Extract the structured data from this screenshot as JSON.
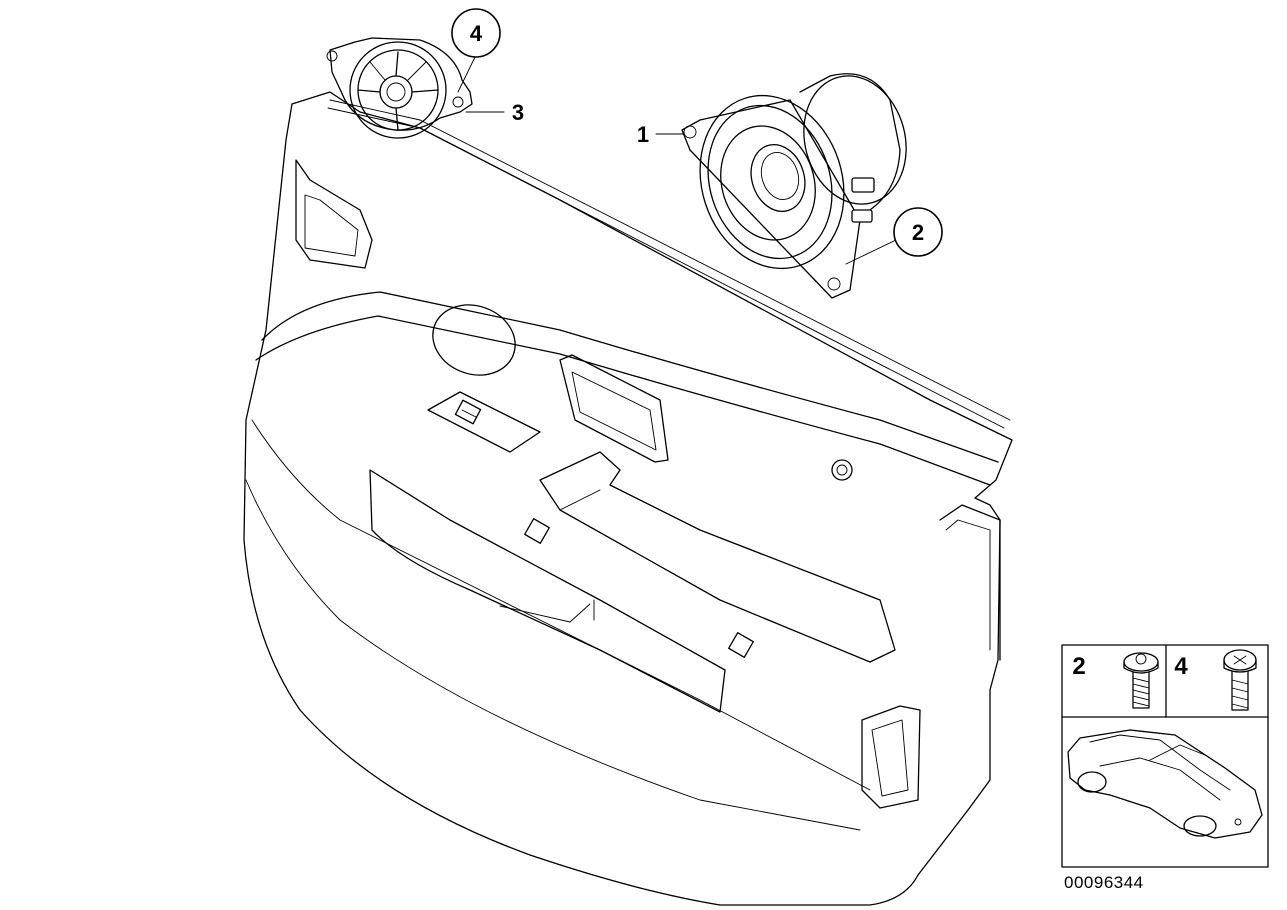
{
  "callouts": {
    "c1": "1",
    "c2": "2",
    "c3": "3",
    "c4": "4"
  },
  "inset": {
    "left_label": "2",
    "right_label": "4"
  },
  "reference_number": "00096344"
}
